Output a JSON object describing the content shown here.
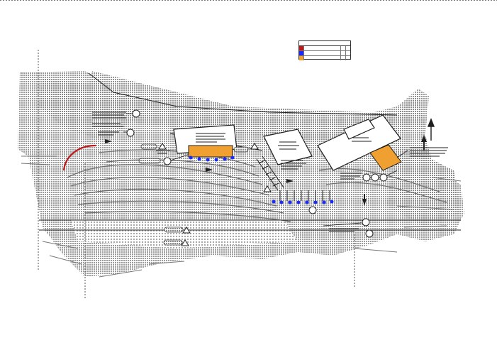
{
  "drawing": {
    "colors": {
      "background": "#ffffff",
      "terrain": "#8a8a8a",
      "terrain_dark": "#5a5a5a",
      "line": "#1f1f1f",
      "highlight_orange": "#f0a030",
      "marker_blue": "#1a2aff",
      "curve_red": "#c01818"
    },
    "legend": {
      "rows": [
        {
          "swatch": "red-line"
        },
        {
          "swatch": "blue-marker"
        },
        {
          "swatch": "orange-fill"
        }
      ]
    },
    "icons": [
      "callout-circle-icon",
      "triangle-marker-icon",
      "north-arrow-icon"
    ]
  }
}
